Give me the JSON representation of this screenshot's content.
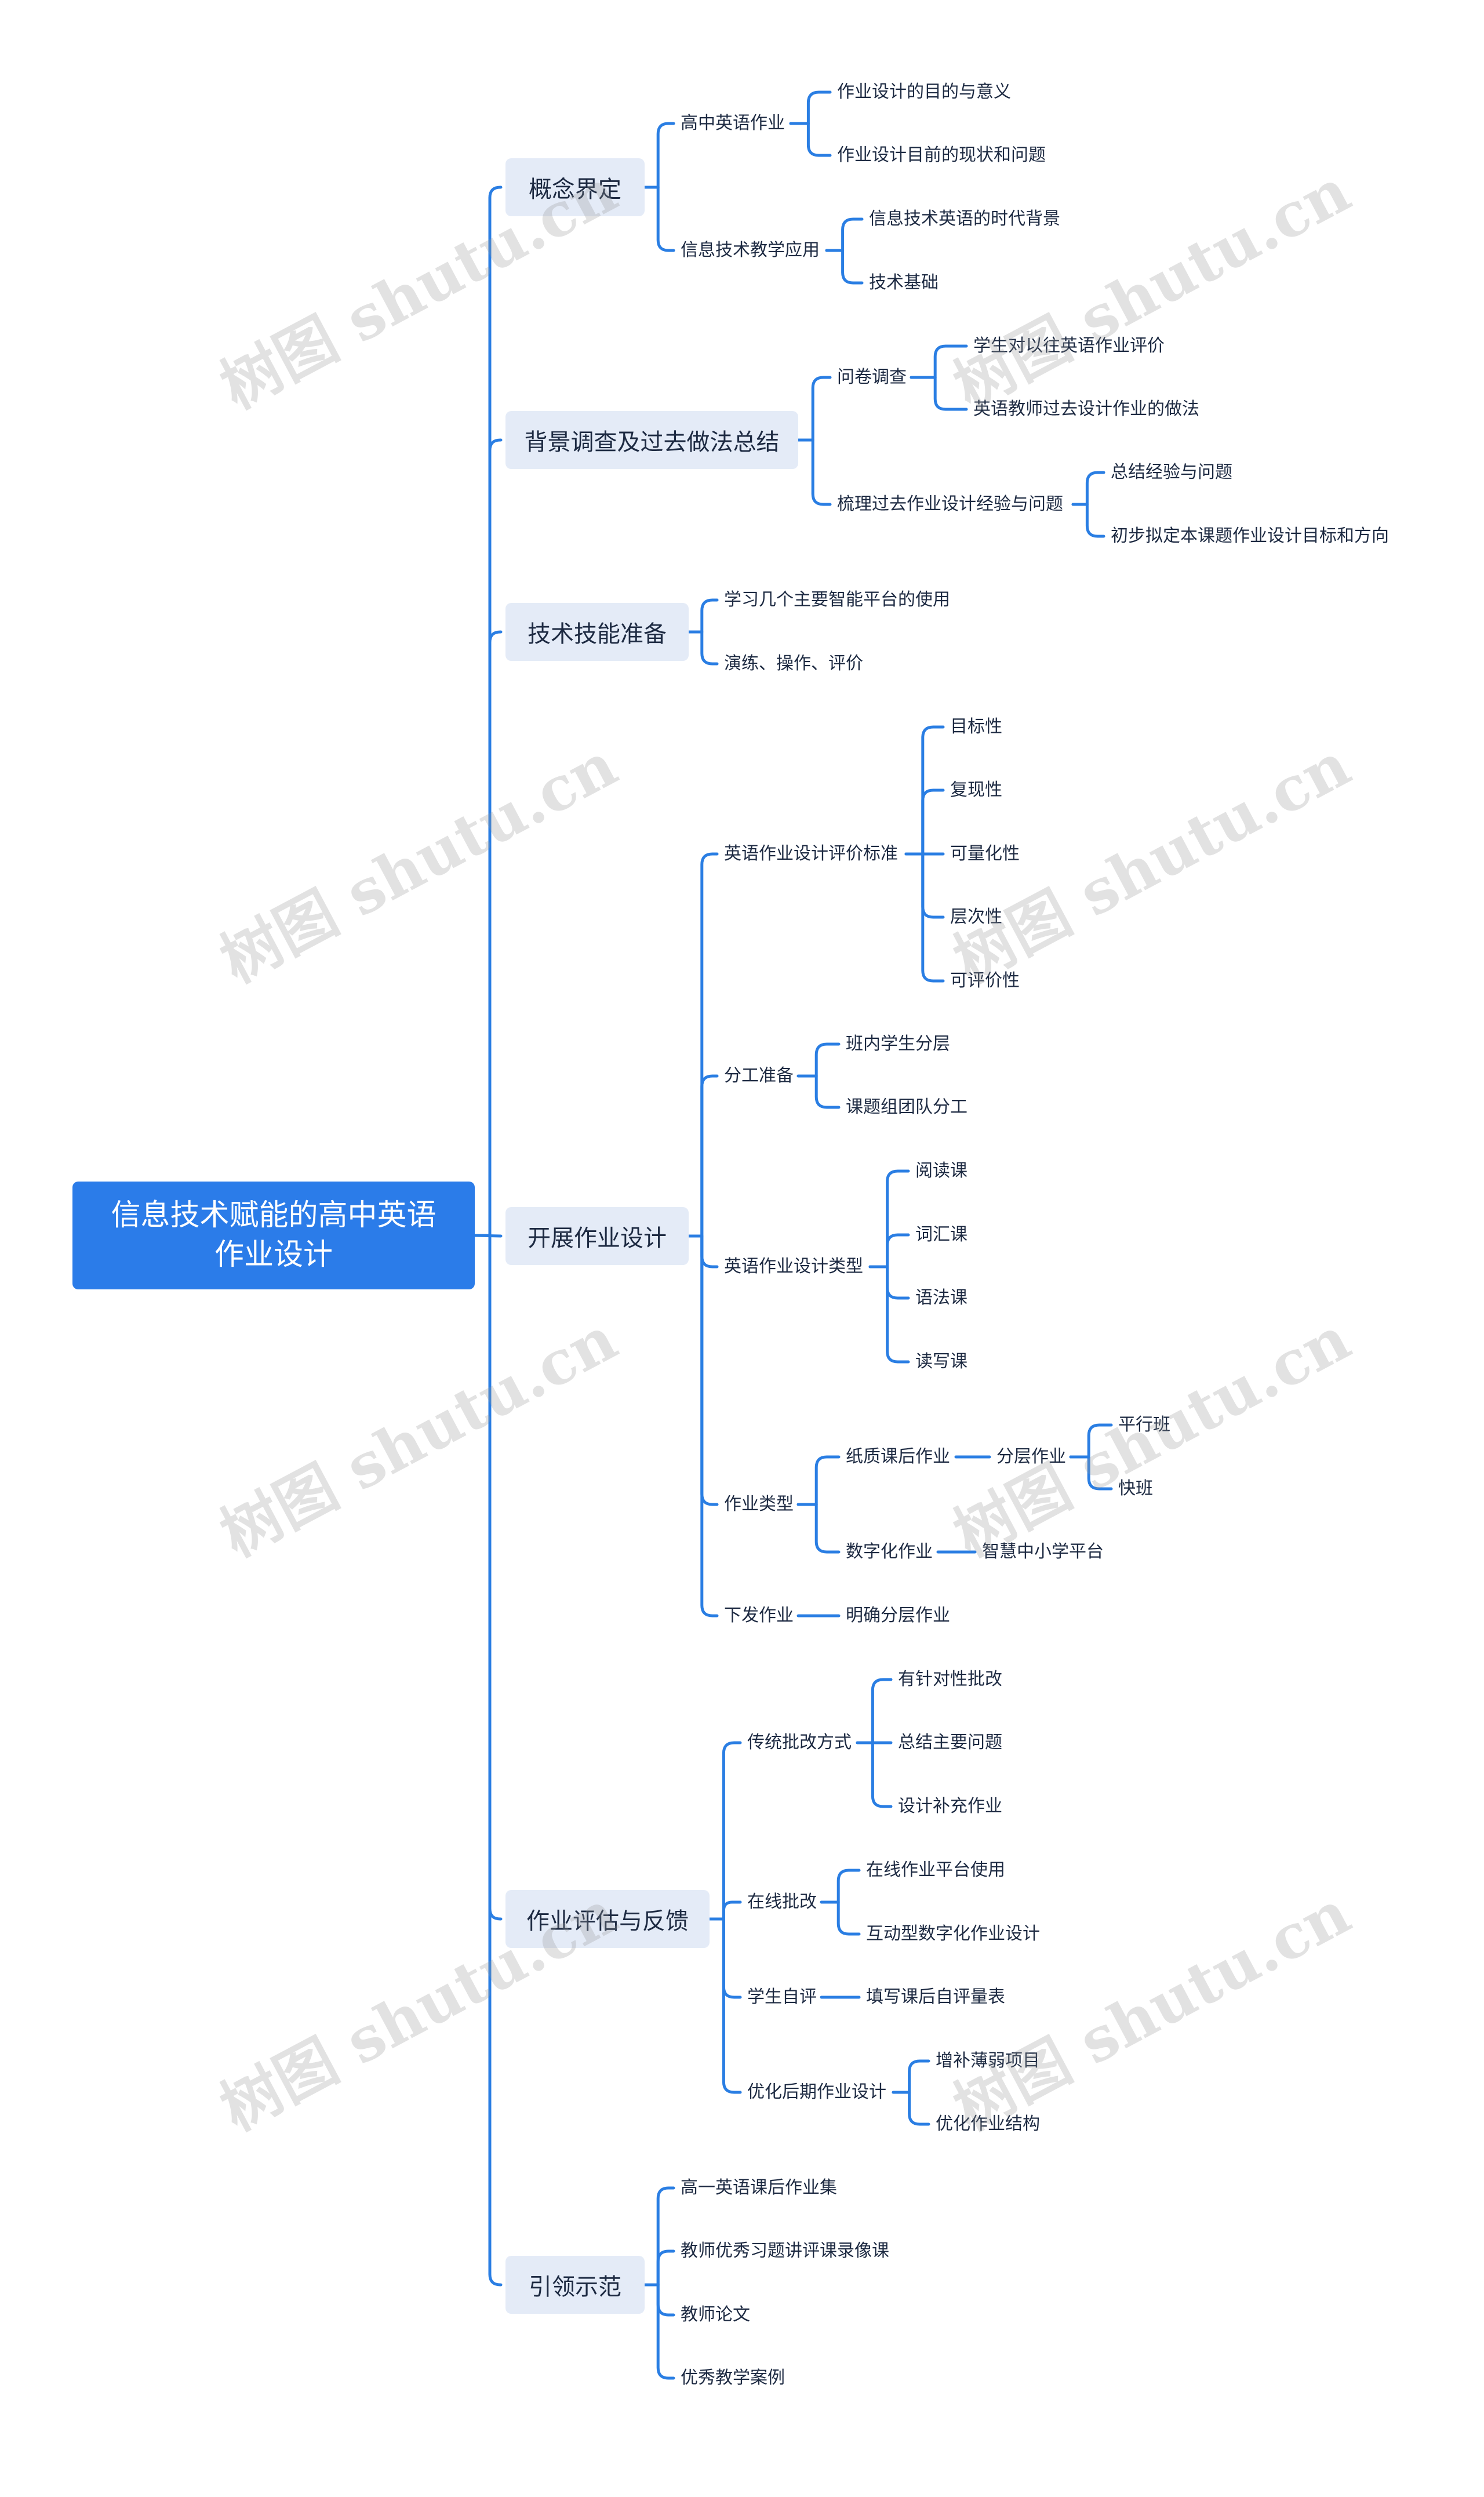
{
  "root": {
    "text": "信息技术赋能的高中英语\n作业设计"
  },
  "branches": [
    {
      "id": "b1",
      "text": "概念界定"
    },
    {
      "id": "b2",
      "text": "背景调查及过去做法总结"
    },
    {
      "id": "b3",
      "text": "技术技能准备"
    },
    {
      "id": "b4",
      "text": "开展作业设计"
    },
    {
      "id": "b5",
      "text": "作业评估与反馈"
    },
    {
      "id": "b6",
      "text": "引领示范"
    }
  ],
  "nodes": {
    "n1": "高中英语作业",
    "n2": "作业设计的目的与意义",
    "n3": "作业设计目前的现状和问题",
    "n4": "信息技术教学应用",
    "n5": "信息技术英语的时代背景",
    "n6": "技术基础",
    "n7": "问卷调查",
    "n8": "学生对以往英语作业评价",
    "n9": "英语教师过去设计作业的做法",
    "n10": "梳理过去作业设计经验与问题",
    "n11": "总结经验与问题",
    "n12": "初步拟定本课题作业设计目标和方向",
    "n13": "学习几个主要智能平台的使用",
    "n14": "演练、操作、评价",
    "n15": "英语作业设计评价标准",
    "n16": "目标性",
    "n17": "复现性",
    "n18": "可量化性",
    "n19": "层次性",
    "n20": "可评价性",
    "n21": "分工准备",
    "n22": "班内学生分层",
    "n23": "课题组团队分工",
    "n24": "英语作业设计类型",
    "n25": "阅读课",
    "n26": "词汇课",
    "n27": "语法课",
    "n28": "读写课",
    "n29": "作业类型",
    "n30": "纸质课后作业",
    "n31": "分层作业",
    "n32": "平行班",
    "n33": "快班",
    "n34": "数字化作业",
    "n35": "智慧中小学平台",
    "n36": "下发作业",
    "n37": "明确分层作业",
    "n38": "传统批改方式",
    "n39": "有针对性批改",
    "n40": "总结主要问题",
    "n41": "设计补充作业",
    "n42": "在线批改",
    "n43": "在线作业平台使用",
    "n44": "互动型数字化作业设计",
    "n45": "学生自评",
    "n46": "填写课后自评量表",
    "n47": "优化后期作业设计",
    "n48": "增补薄弱项目",
    "n49": "优化作业结构",
    "n50": "高一英语课后作业集",
    "n51": "教师优秀习题讲评课录像课",
    "n52": "教师论文",
    "n53": "优秀教学案例"
  },
  "watermark": {
    "text": "树图 shutu.cn"
  },
  "colors": {
    "line": "#2a7ee3",
    "root_fill": "#2b7ce9",
    "branch_fill": "#e4ebf7",
    "text": "#1d2a42"
  }
}
